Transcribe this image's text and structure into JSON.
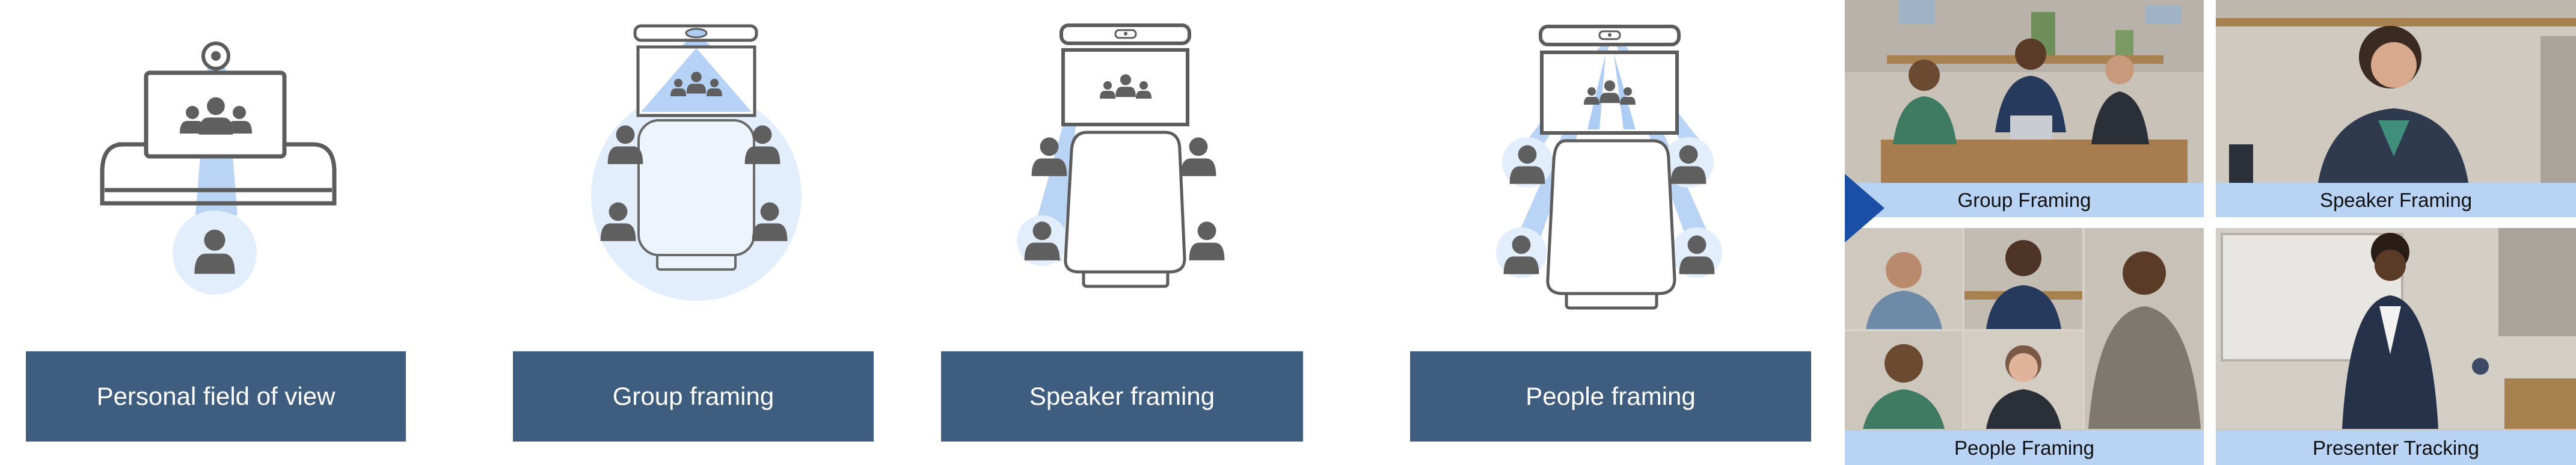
{
  "modes": [
    {
      "label": "Personal field of view"
    },
    {
      "label": "Group framing"
    },
    {
      "label": "Speaker framing"
    },
    {
      "label": "People framing"
    }
  ],
  "photos": [
    {
      "caption": "Group Framing"
    },
    {
      "caption": "Speaker Framing"
    },
    {
      "caption": "People Framing"
    },
    {
      "caption": "Presenter Tracking"
    }
  ],
  "colors": {
    "label_bg": "#3f5d7f",
    "caption_bg": "#b9d3f5",
    "beam": "#aecdf5",
    "beam_soft": "#e3eefc",
    "device_stroke": "#5c5c5c",
    "person": "#5f5f5f",
    "marker": "#1b4ea5"
  }
}
